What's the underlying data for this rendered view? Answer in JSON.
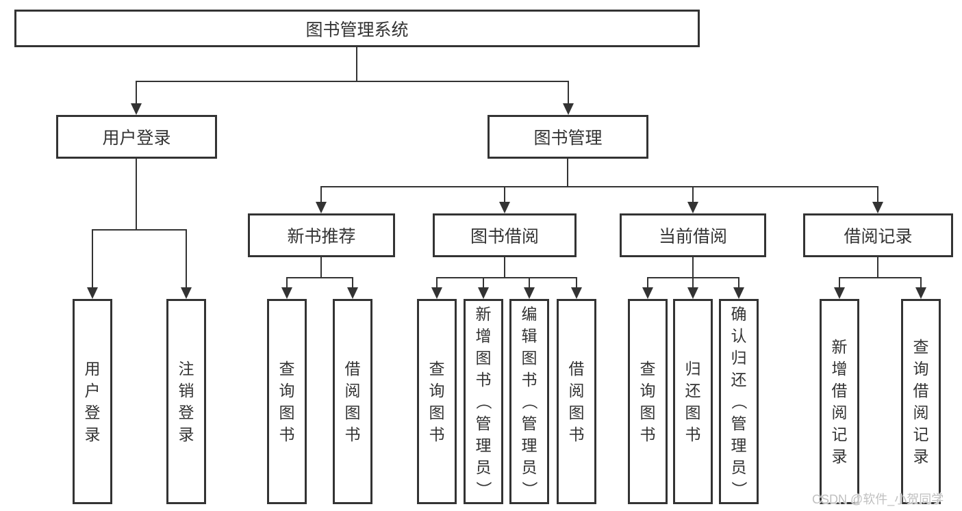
{
  "tree": {
    "root": {
      "label": "图书管理系统"
    },
    "branches": [
      {
        "label": "用户登录",
        "children": [
          {
            "label": "用户登录"
          },
          {
            "label": "注销登录"
          }
        ]
      },
      {
        "label": "图书管理",
        "children": [
          {
            "label": "新书推荐",
            "children": [
              {
                "label": "查询图书"
              },
              {
                "label": "借阅图书"
              }
            ]
          },
          {
            "label": "图书借阅",
            "children": [
              {
                "label": "查询图书"
              },
              {
                "label": "新增图书（管理员）"
              },
              {
                "label": "编辑图书（管理员）"
              },
              {
                "label": "借阅图书"
              }
            ]
          },
          {
            "label": "当前借阅",
            "children": [
              {
                "label": "查询图书"
              },
              {
                "label": "归还图书"
              },
              {
                "label": "确认归还（管理员）"
              }
            ]
          },
          {
            "label": "借阅记录",
            "children": [
              {
                "label": "新增借阅记录"
              },
              {
                "label": "查询借阅记录"
              }
            ]
          }
        ]
      }
    ]
  },
  "watermark": {
    "text": "CSDN @软件_小贺同学"
  },
  "colors": {
    "line": "#333333",
    "text": "#333333",
    "background": "#ffffff",
    "watermark": "#c0c0c0"
  }
}
